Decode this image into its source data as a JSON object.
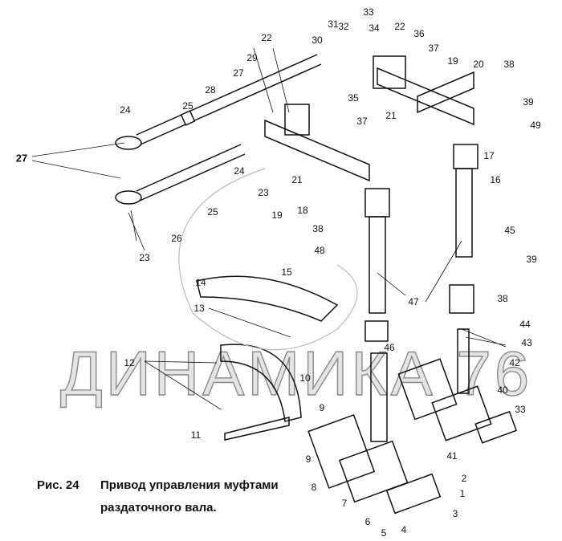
{
  "figure": {
    "caption_prefix": "Рис.  24",
    "caption_line1": "Привод управления муфтами",
    "caption_line2": "раздаточного вала.",
    "watermark": "ДИНАМИКА 76"
  },
  "labels": [
    "33",
    "31",
    "32",
    "34",
    "22",
    "30",
    "29",
    "27",
    "28",
    "25",
    "24",
    "35",
    "37",
    "27",
    "24",
    "23",
    "25",
    "21",
    "19",
    "18",
    "38",
    "26",
    "23",
    "48",
    "22",
    "36",
    "37",
    "19",
    "20",
    "38",
    "39",
    "21",
    "49",
    "17",
    "16",
    "45",
    "47",
    "39",
    "38",
    "44",
    "43",
    "42",
    "40",
    "33",
    "46",
    "14",
    "15",
    "13",
    "12",
    "10",
    "9",
    "11",
    "9",
    "41",
    "2",
    "1",
    "3",
    "4",
    "5",
    "6",
    "7",
    "8"
  ]
}
